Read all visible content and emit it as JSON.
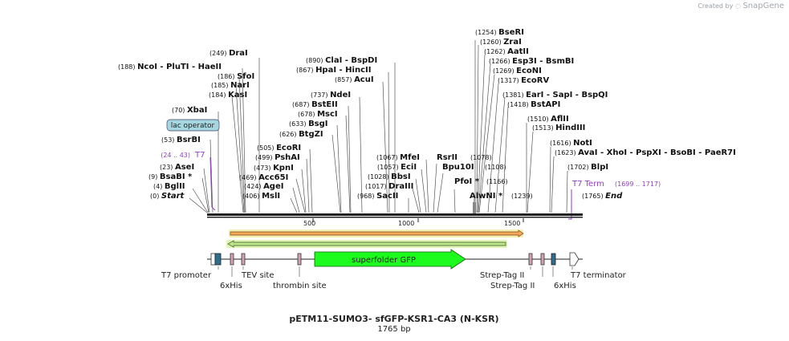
{
  "credit": {
    "prefix": "Created by",
    "brand": "SnapGene"
  },
  "map": {
    "title": "pETM11-SUMO3- sfGFP-KSR1-CA3  (N-KSR)",
    "length_label": "1765 bp",
    "ruler_ticks": [
      "500",
      "1000",
      "1500"
    ],
    "sites": [
      {
        "pos": "(0)",
        "name": "Start",
        "italic": true
      },
      {
        "pos": "(4)",
        "name": "BglII"
      },
      {
        "pos": "(9)",
        "name": "BsaBI *"
      },
      {
        "pos": "(23)",
        "name": "AseI"
      },
      {
        "pos": "(53)",
        "name": "BsrBI"
      },
      {
        "pos": "(70)",
        "name": "XbaI"
      },
      {
        "pos": "(184)",
        "name": "KasI"
      },
      {
        "pos": "(185)",
        "name": "NarI"
      },
      {
        "pos": "(186)",
        "name": "SfoI"
      },
      {
        "pos": "(188)",
        "name": "NcoI  - PluTI  - HaeII"
      },
      {
        "pos": "(249)",
        "name": "DraI"
      },
      {
        "pos": "(406)",
        "name": "MslI"
      },
      {
        "pos": "(424)",
        "name": "AgeI"
      },
      {
        "pos": "(469)",
        "name": "Acc65I"
      },
      {
        "pos": "(473)",
        "name": "KpnI"
      },
      {
        "pos": "(499)",
        "name": "PshAI"
      },
      {
        "pos": "(505)",
        "name": "EcoRI"
      },
      {
        "pos": "(626)",
        "name": "BtgZI"
      },
      {
        "pos": "(633)",
        "name": "BsgI"
      },
      {
        "pos": "(678)",
        "name": "MscI"
      },
      {
        "pos": "(687)",
        "name": "BstEII"
      },
      {
        "pos": "(737)",
        "name": "NdeI"
      },
      {
        "pos": "(857)",
        "name": "AcuI"
      },
      {
        "pos": "(867)",
        "name": "HpaI  - HincII"
      },
      {
        "pos": "(890)",
        "name": "ClaI  - BspDI"
      },
      {
        "pos": "(968)",
        "name": "SacII"
      },
      {
        "pos": "(1017)",
        "name": "DraIII"
      },
      {
        "pos": "(1028)",
        "name": "BbsI"
      },
      {
        "pos": "(1057)",
        "name": "EciI"
      },
      {
        "pos": "(1067)",
        "name": "MfeI"
      },
      {
        "pos": "",
        "name": "RsrII"
      },
      {
        "pos": "",
        "name": "Bpu10I"
      },
      {
        "pos": "(1078)",
        "name": ""
      },
      {
        "pos": "(1108)",
        "name": ""
      },
      {
        "pos": "",
        "name": "PfoI *"
      },
      {
        "pos": "(1166)",
        "name": ""
      },
      {
        "pos": "",
        "name": "AlwNI *"
      },
      {
        "pos": "(1239)",
        "name": ""
      },
      {
        "pos": "(1254)",
        "name": "BseRI"
      },
      {
        "pos": "(1260)",
        "name": "ZraI"
      },
      {
        "pos": "(1262)",
        "name": "AatII"
      },
      {
        "pos": "(1266)",
        "name": "Esp3I  - BsmBI"
      },
      {
        "pos": "(1269)",
        "name": "EcoNI"
      },
      {
        "pos": "(1317)",
        "name": "EcoRV"
      },
      {
        "pos": "(1381)",
        "name": "EarI  - SapI  - BspQI"
      },
      {
        "pos": "(1418)",
        "name": "BstAPI"
      },
      {
        "pos": "(1510)",
        "name": "AflII"
      },
      {
        "pos": "(1513)",
        "name": "HindIII"
      },
      {
        "pos": "(1616)",
        "name": "NotI"
      },
      {
        "pos": "(1623)",
        "name": "AvaI  - XhoI  - PspXI  - BsoBI  - PaeR7I"
      },
      {
        "pos": "(1702)",
        "name": "BlpI"
      },
      {
        "pos": "(1765)",
        "name": "End",
        "italic": true
      }
    ],
    "lac_operator": "lac operator",
    "t7_promoter_range": "(24 .. 43)",
    "t7_promoter_short": "T7",
    "t7_term_name": "T7 Term",
    "t7_term_range": "(1699 .. 1717)",
    "features": {
      "t7_promoter": "T7 promoter",
      "his6_a": "6xHis",
      "tev": "TEV site",
      "thrombin": "thrombin site",
      "gfp": "superfolder GFP",
      "strep1": "Strep-Tag II",
      "strep2": "Strep-Tag II",
      "his6_b": "6xHis",
      "t7_terminator": "T7 terminator"
    },
    "colors": {
      "orf_fill": "#f6a85b",
      "orf_glow": "#f5efb2",
      "green_arrow_fill": "#e2f3b8",
      "gfp": "#1dfa1d",
      "his_box": "#2e6c90",
      "tag_box": "#d2a2b4",
      "t7_purple": "#9040c0",
      "lac_fill": "#a6d6e0"
    }
  }
}
